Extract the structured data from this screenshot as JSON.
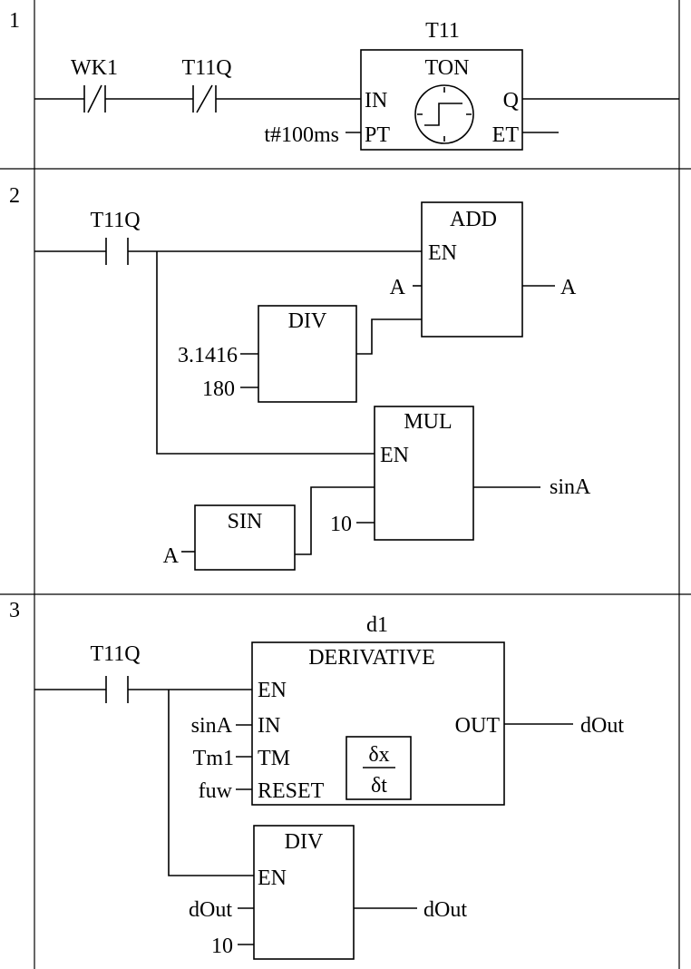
{
  "rungs": [
    {
      "number": "1",
      "contacts": [
        {
          "label": "WK1",
          "type": "normally-closed"
        },
        {
          "label": "T11Q",
          "type": "normally-closed"
        }
      ],
      "timer": {
        "instance": "T11",
        "type": "TON",
        "in_pin": "IN",
        "pt_pin": "PT",
        "q_pin": "Q",
        "et_pin": "ET",
        "pt_value": "t#100ms"
      }
    },
    {
      "number": "2",
      "contact": {
        "label": "T11Q",
        "type": "normally-open"
      },
      "add": {
        "title": "ADD",
        "en_pin": "EN",
        "input": "A",
        "output": "A"
      },
      "div": {
        "title": "DIV",
        "input1": "3.1416",
        "input2": "180"
      },
      "mul": {
        "title": "MUL",
        "en_pin": "EN",
        "input": "10",
        "output": "sinA"
      },
      "sin": {
        "title": "SIN",
        "input": "A"
      }
    },
    {
      "number": "3",
      "contact": {
        "label": "T11Q",
        "type": "normally-open"
      },
      "derivative": {
        "instance": "d1",
        "title": "DERIVATIVE",
        "en_pin": "EN",
        "in_pin": "IN",
        "tm_pin": "TM",
        "reset_pin": "RESET",
        "out_pin": "OUT",
        "in_value": "sinA",
        "tm_value": "Tm1",
        "reset_value": "fuw",
        "out_value": "dOut",
        "symbol_numerator": "δx",
        "symbol_denominator": "δt"
      },
      "div": {
        "title": "DIV",
        "en_pin": "EN",
        "input1": "dOut",
        "input2": "10",
        "output": "dOut"
      }
    }
  ]
}
